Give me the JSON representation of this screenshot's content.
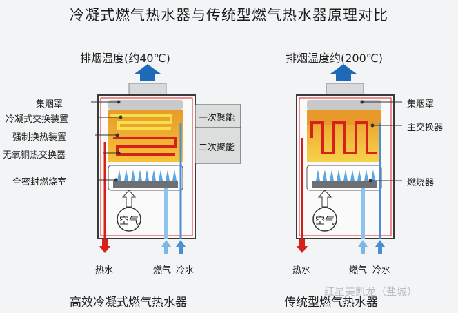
{
  "title": "冷凝式燃气热水器与传统型燃气热水器原理对比",
  "left": {
    "exhaust": "排烟温度(约40℃)",
    "labels": [
      "集烟罩",
      "冷凝式交换装置",
      "强制换热装置",
      "无氧铜热交换器",
      "全密封燃烧室"
    ],
    "stages": [
      "一次聚能",
      "二次聚能"
    ],
    "air": "空气",
    "bottom": [
      "热水",
      "燃气",
      "冷水"
    ],
    "caption": "高效冷凝式燃气热水器"
  },
  "right": {
    "exhaust": "排烟温度约(200℃)",
    "labels": [
      "集烟罩",
      "主交换器",
      "燃烧器"
    ],
    "air": "空气",
    "bottom": [
      "热水",
      "燃气",
      "冷水"
    ],
    "caption": "传统型燃气热水器"
  },
  "watermark": "红星美凯龙（盐城）",
  "colors": {
    "hot": "#e0261e",
    "cold": "#4a8fd6",
    "gas": "#7bb8e8",
    "hood": "#c9cbcd",
    "flame": "#f5d338",
    "heat": "#f0a020"
  }
}
